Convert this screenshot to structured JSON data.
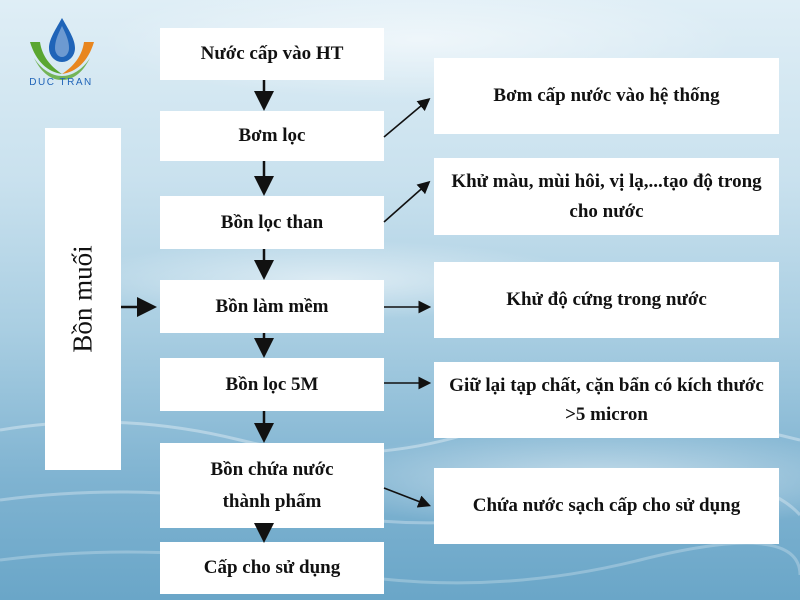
{
  "logo": {
    "text": "DUC TRAN"
  },
  "side_tank": "Bồn muối",
  "steps": [
    "Nước cấp vào HT",
    "Bơm lọc",
    "Bồn lọc than",
    "Bồn làm mềm",
    "Bồn lọc 5M",
    "Bồn chứa nước\nthành phẩm",
    "Cấp cho sử dụng"
  ],
  "descriptions": [
    "Bơm cấp nước vào hệ thống",
    "Khử màu, mùi hôi, vị lạ,...tạo độ trong cho nước",
    "Khử độ cứng trong nước",
    "Giữ lại tạp chất, cặn bẩn có kích thước >5 micron",
    "Chứa nước sạch cấp cho sử dụng"
  ],
  "colors": {
    "accent_blue": "#1f64b8",
    "accent_green": "#5aa631",
    "accent_orange": "#e8861f"
  }
}
